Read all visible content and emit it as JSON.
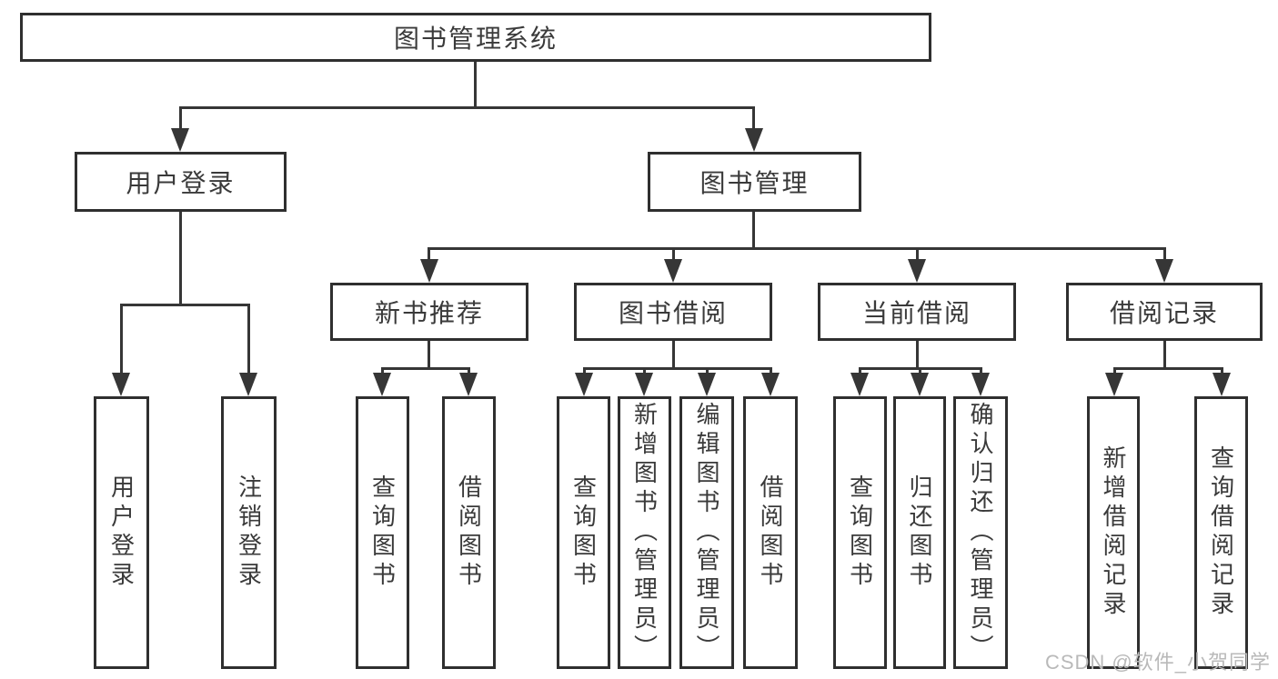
{
  "tree": {
    "root": "图书管理系统",
    "branches": [
      {
        "label": "用户登录",
        "children": [
          "用户登录",
          "注销登录"
        ]
      },
      {
        "label": "图书管理",
        "children": [
          {
            "label": "新书推荐",
            "children": [
              "查询图书",
              "借阅图书"
            ]
          },
          {
            "label": "图书借阅",
            "children": [
              "查询图书",
              "新增图书（管理员）",
              "编辑图书（管理员）",
              "借阅图书"
            ]
          },
          {
            "label": "当前借阅",
            "children": [
              "查询图书",
              "归还图书",
              "确认归还（管理员）"
            ]
          },
          {
            "label": "借阅记录",
            "children": [
              "新增借阅记录",
              "查询借阅记录"
            ]
          }
        ]
      }
    ]
  },
  "watermark": "CSDN @软件_小贺同学",
  "colors": {
    "line": "#363636",
    "border": "#2f2f2f",
    "text": "#3a3a3a",
    "watermark": "#b9b9b9",
    "background": "#ffffff"
  }
}
